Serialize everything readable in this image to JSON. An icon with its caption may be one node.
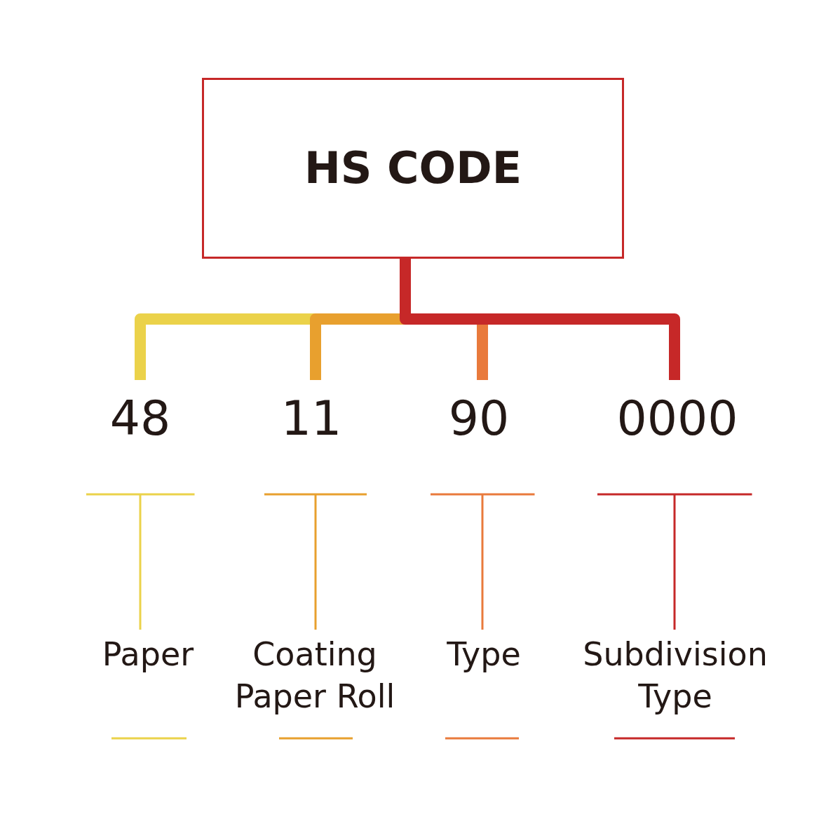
{
  "diagram": {
    "nodes": [
      {
        "text": [
          "HS CODE"
        ]
      },
      {
        "text": [
          "48"
        ]
      },
      {
        "text": [
          "11"
        ]
      },
      {
        "text": [
          "90"
        ]
      },
      {
        "text": [
          "0000"
        ]
      },
      {
        "text": [
          "Paper"
        ]
      },
      {
        "text": [
          "Coating Paper Roll"
        ]
      },
      {
        "text": [
          "Type"
        ]
      },
      {
        "text": [
          "Subdivision Type"
        ]
      }
    ],
    "edges": [
      {
        "from": 0,
        "to": 1,
        "arrow": "none",
        "style": "thick",
        "color": "#ebd24a"
      },
      {
        "from": 0,
        "to": 2,
        "arrow": "none",
        "style": "thick",
        "color": "#e8a02e"
      },
      {
        "from": 0,
        "to": 3,
        "arrow": "none",
        "style": "thick",
        "color": "#e97a3c"
      },
      {
        "from": 0,
        "to": 4,
        "arrow": "none",
        "style": "thick",
        "color": "#c62828"
      },
      {
        "from": 1,
        "to": 5,
        "arrow": "other",
        "color": "#ebd24a"
      },
      {
        "from": 2,
        "to": 6,
        "arrow": "other",
        "color": "#e8a02e"
      },
      {
        "from": 3,
        "to": 7,
        "arrow": "other",
        "color": "#e97a3c"
      },
      {
        "from": 4,
        "to": 8,
        "arrow": "other",
        "color": "#c62828"
      }
    ]
  }
}
